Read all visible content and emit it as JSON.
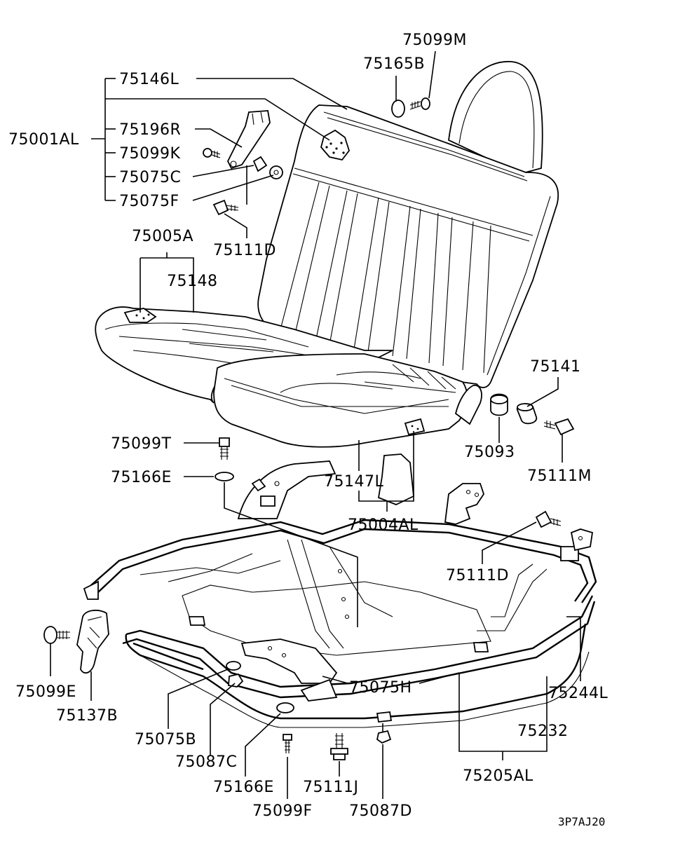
{
  "diagram_code": "3P7AJ20",
  "labels": {
    "l75099M": "75099M",
    "l75165B": "75165B",
    "l75146L": "75146L",
    "l75001AL": "75001AL",
    "l75196R": "75196R",
    "l75099K": "75099K",
    "l75075C": "75075C",
    "l75075F": "75075F",
    "l75111D_top": "75111D",
    "l75005A": "75005A",
    "l75148": "75148",
    "l75141": "75141",
    "l75093": "75093",
    "l75111M": "75111M",
    "l75099T": "75099T",
    "l75166E_top": "75166E",
    "l75147L": "75147L",
    "l75004AL": "75004AL",
    "l75111D_mid": "75111D",
    "l75099E": "75099E",
    "l75137B": "75137B",
    "l75075H": "75075H",
    "l75244L": "75244L",
    "l75232": "75232",
    "l75075B": "75075B",
    "l75087C": "75087C",
    "l75205AL": "75205AL",
    "l75166E_bot": "75166E",
    "l75111J": "75111J",
    "l75099F": "75099F",
    "l75087D": "75087D"
  }
}
